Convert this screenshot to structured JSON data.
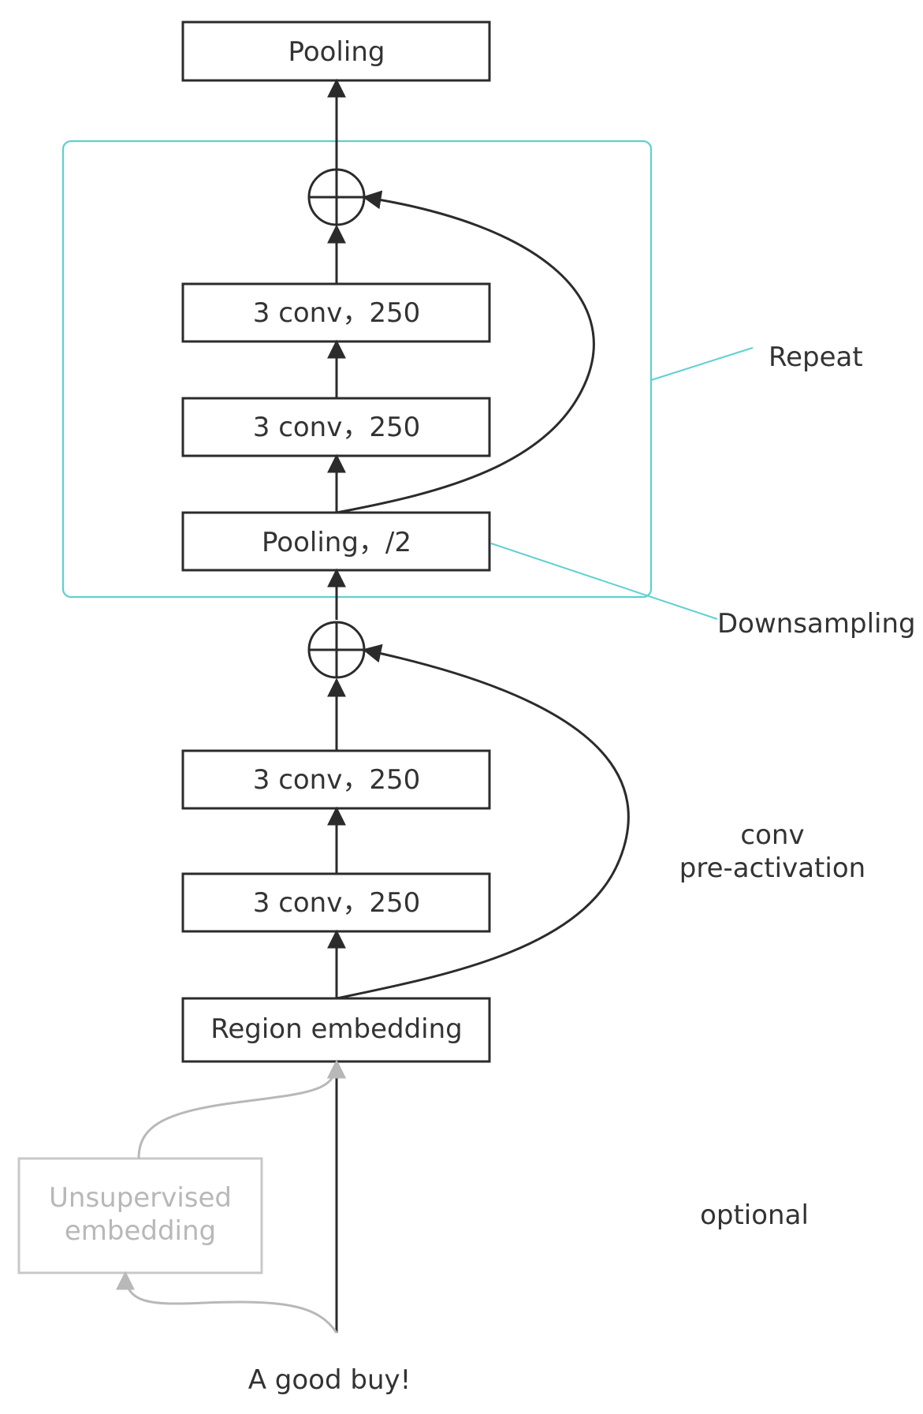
{
  "colors": {
    "stroke": "#2b2b2b",
    "text": "#333333",
    "repeat_frame": "#5fd0d0",
    "muted": "#b8b8b8",
    "background": "#ffffff"
  },
  "nodes": {
    "pooling_top": "Pooling",
    "conv_repeat_2": "3 conv，250",
    "conv_repeat_1": "3 conv，250",
    "pooling_half": "Pooling，/2",
    "conv_pre_2": "3 conv，250",
    "conv_pre_1": "3 conv，250",
    "region_embedding": "Region embedding",
    "unsupervised_line1": "Unsupervised",
    "unsupervised_line2": "embedding",
    "input_text": "A good buy!"
  },
  "annotations": {
    "repeat": "Repeat",
    "downsampling": "Downsampling",
    "conv_line1": "conv",
    "conv_line2": "pre-activation",
    "optional": "optional"
  },
  "icons": {
    "add": "circled-plus-icon"
  }
}
